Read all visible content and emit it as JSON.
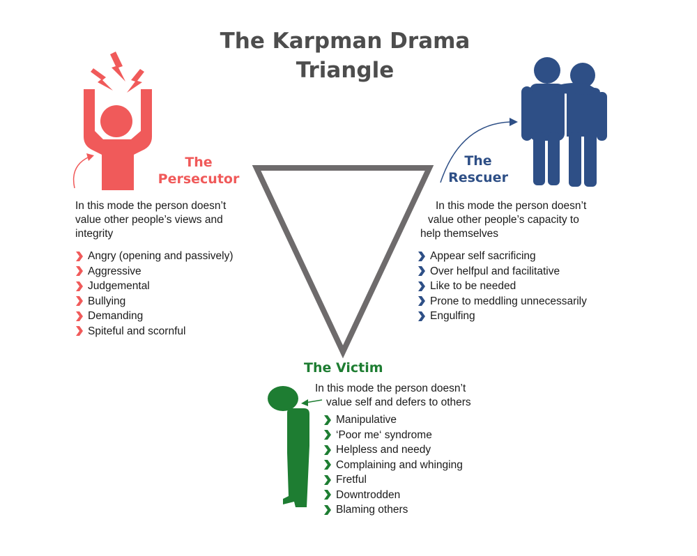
{
  "title_line1": "The Karpman Drama",
  "title_line2": "Triangle",
  "colors": {
    "persecutor": "#f05a5a",
    "rescuer": "#2e4f86",
    "victim": "#1e7d32",
    "triangle": "#6e6b6c"
  },
  "persecutor": {
    "label_line1": "The",
    "label_line2": "Persecutor",
    "description": [
      "In this mode the person doesn’t",
      "value other people’s views and",
      "integrity"
    ],
    "traits": [
      "Angry (opening and passively)",
      "Aggressive",
      "Judgemental",
      "Bullying",
      "Demanding",
      "Spiteful and scornful"
    ]
  },
  "rescuer": {
    "label_line1": "The",
    "label_line2": "Rescuer",
    "description": [
      "In this mode the person doesn’t",
      "value other people’s capacity to",
      "help themselves"
    ],
    "traits": [
      "Appear self sacrificing",
      "Over helfpul and facilitative",
      "Like to be needed",
      "Prone to meddling unnecessarily",
      "Engulfing"
    ]
  },
  "victim": {
    "label": "The Victim",
    "description": [
      "In this mode the person doesn’t",
      "value self and defers to others"
    ],
    "traits": [
      "Manipulative",
      "‘Poor me‘ syndrome",
      "Helpless and needy",
      "Complaining and whinging",
      "Fretful",
      "Downtrodden",
      "Blaming others"
    ]
  }
}
